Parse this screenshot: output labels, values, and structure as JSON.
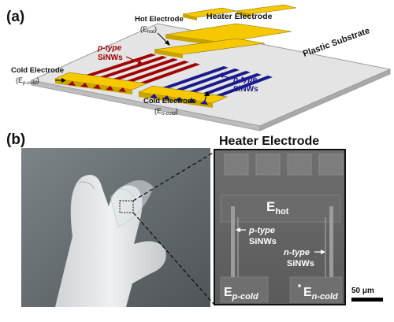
{
  "panel_a": {
    "label": "(a)",
    "heater_electrode": "Heater Electrode",
    "hot_electrode": "Hot Electrode",
    "hot_electrode_sub": "(E",
    "hot_electrode_sub2": "hot",
    "hot_electrode_sub3": ")",
    "p_type": "p-type",
    "p_sinws": "SiNWs",
    "n_type": "n-type",
    "n_sinws": "SiNWs",
    "cold_left": "Cold Electrode",
    "cold_left_sub": "(E",
    "cold_left_sub2": "p-cold",
    "cold_left_sub3": ")",
    "cold_right": "Cold Electrode",
    "cold_right_sub": "(E",
    "cold_right_sub2": "n-cold",
    "cold_right_sub3": ")",
    "substrate": "Plastic Substrate"
  },
  "panel_b": {
    "label": "(b)",
    "heater_electrode": "Heater Electrode",
    "e_hot": "E",
    "e_hot_sub": "hot",
    "p_type": "p-type",
    "p_sinws": "SiNWs",
    "n_type": "n-type",
    "n_sinws": "SiNWs",
    "e_pcold": "E",
    "e_pcold_sub": "p-cold",
    "e_ncold": "E",
    "e_ncold_sub": "n-cold",
    "scale": "50 μm"
  },
  "colors": {
    "electrode": "#f5c800",
    "p_wire": "#a00000",
    "n_wire": "#1a1a8c",
    "substrate": "#d9d9d9"
  }
}
